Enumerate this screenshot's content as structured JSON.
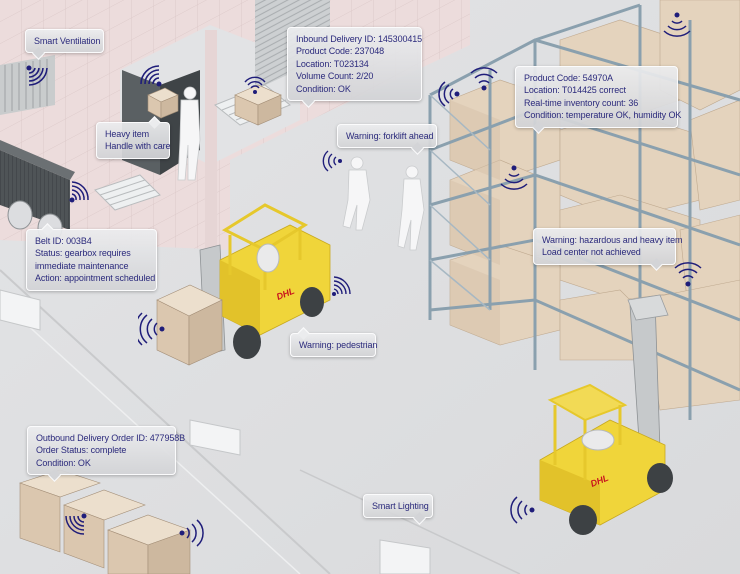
{
  "scene": {
    "description": "Isometric smart warehouse illustration with IoT sensor callouts",
    "colors": {
      "callout_text": "#2b2a7c",
      "sensor_signal": "#1f1d7a",
      "forklift_yellow": "#f0d53a",
      "carton": "#e3d2bd",
      "rack_steel": "#8aa0ae",
      "wall_pink": "#ead9d9",
      "floor": "#dfe0e2"
    }
  },
  "callouts": {
    "smart_ventilation": {
      "lines": [
        "Smart Ventilation"
      ]
    },
    "inbound_delivery": {
      "lines": [
        "Inbound Delivery ID: 145300415",
        "Product Code: 237048",
        "Location: T023134",
        "Volume Count: 2/20",
        "Condition: OK"
      ]
    },
    "product_inventory": {
      "lines": [
        "Product Code: 54970A",
        "Location: T014425 correct",
        "Real-time inventory count: 36",
        "Condition: temperature OK, humidity OK"
      ]
    },
    "heavy_item": {
      "lines": [
        "Heavy item",
        "Handle with care"
      ]
    },
    "forklift_ahead": {
      "lines": [
        "Warning: forklift ahead"
      ]
    },
    "belt_status": {
      "lines": [
        "Belt ID: 003B4",
        "Status: gearbox requires",
        "immediate maintenance",
        "Action: appointment scheduled"
      ]
    },
    "hazardous_item": {
      "lines": [
        "Warning: hazardous and heavy item",
        "Load center not achieved"
      ]
    },
    "pedestrian": {
      "lines": [
        "Warning: pedestrian"
      ]
    },
    "outbound_delivery": {
      "lines": [
        "Outbound Delivery Order ID: 477958B",
        "Order Status: complete",
        "Condition: OK"
      ]
    },
    "smart_lighting": {
      "lines": [
        "Smart Lighting"
      ]
    }
  },
  "icons": {
    "sensor": "wifi-signal-icon",
    "forklift_brand": "DHL"
  }
}
